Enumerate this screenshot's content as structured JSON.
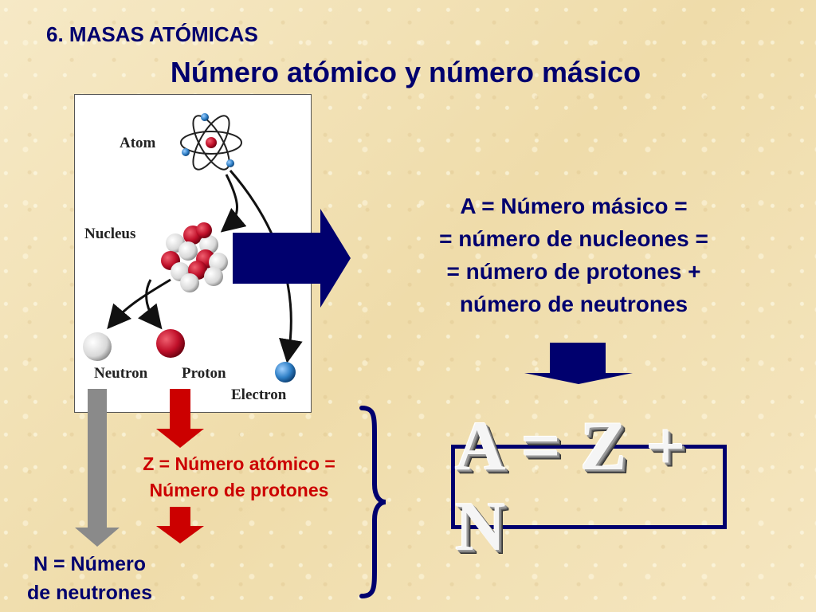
{
  "slide": {
    "section_title": "6. MASAS ATÓMICAS",
    "main_title": "Número atómico y número másico"
  },
  "diagram": {
    "labels": {
      "atom": "Atom",
      "nucleus": "Nucleus",
      "neutron": "Neutron",
      "proton": "Proton",
      "electron": "Electron"
    }
  },
  "formula": {
    "line1": "A = Número másico =",
    "line2": "= número de nucleones =",
    "line3": "= número de protones +",
    "line4": "número de neutrones"
  },
  "z_definition": {
    "line1": "Z = Número atómico =",
    "line2": "Número de protones"
  },
  "n_definition": {
    "line1": "N = Número",
    "line2": "de neutrones"
  },
  "equation": "A = Z + N",
  "colors": {
    "navy": "#00006e",
    "red": "#cc0000",
    "gray_arrow": "#8a8a8a",
    "background": "#f3e3b9"
  }
}
